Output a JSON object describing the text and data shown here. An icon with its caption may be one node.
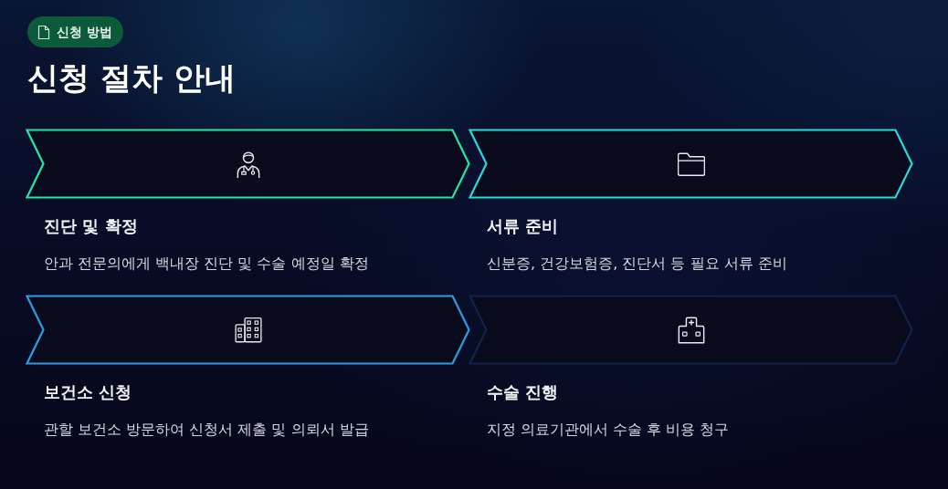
{
  "diagram": {
    "title": "신청 절차 안내",
    "nodes": [
      {
        "text": [
          "진단 및 확정",
          "안과 전문의에게 백내장 진단 및 수술 예정일 확정"
        ]
      },
      {
        "text": [
          "서류 준비",
          "신분증, 건강보험증, 진단서 등 필요 서류 준비"
        ]
      },
      {
        "text": [
          "보건소 신청",
          "관할 보건소 방문하여 신청서 제출 및 의뢰서 발급"
        ]
      },
      {
        "text": [
          "수술 진행",
          "지정 의료기관에서 수술 후 비용 청구"
        ]
      }
    ],
    "labels": [
      "신청 방법"
    ]
  }
}
